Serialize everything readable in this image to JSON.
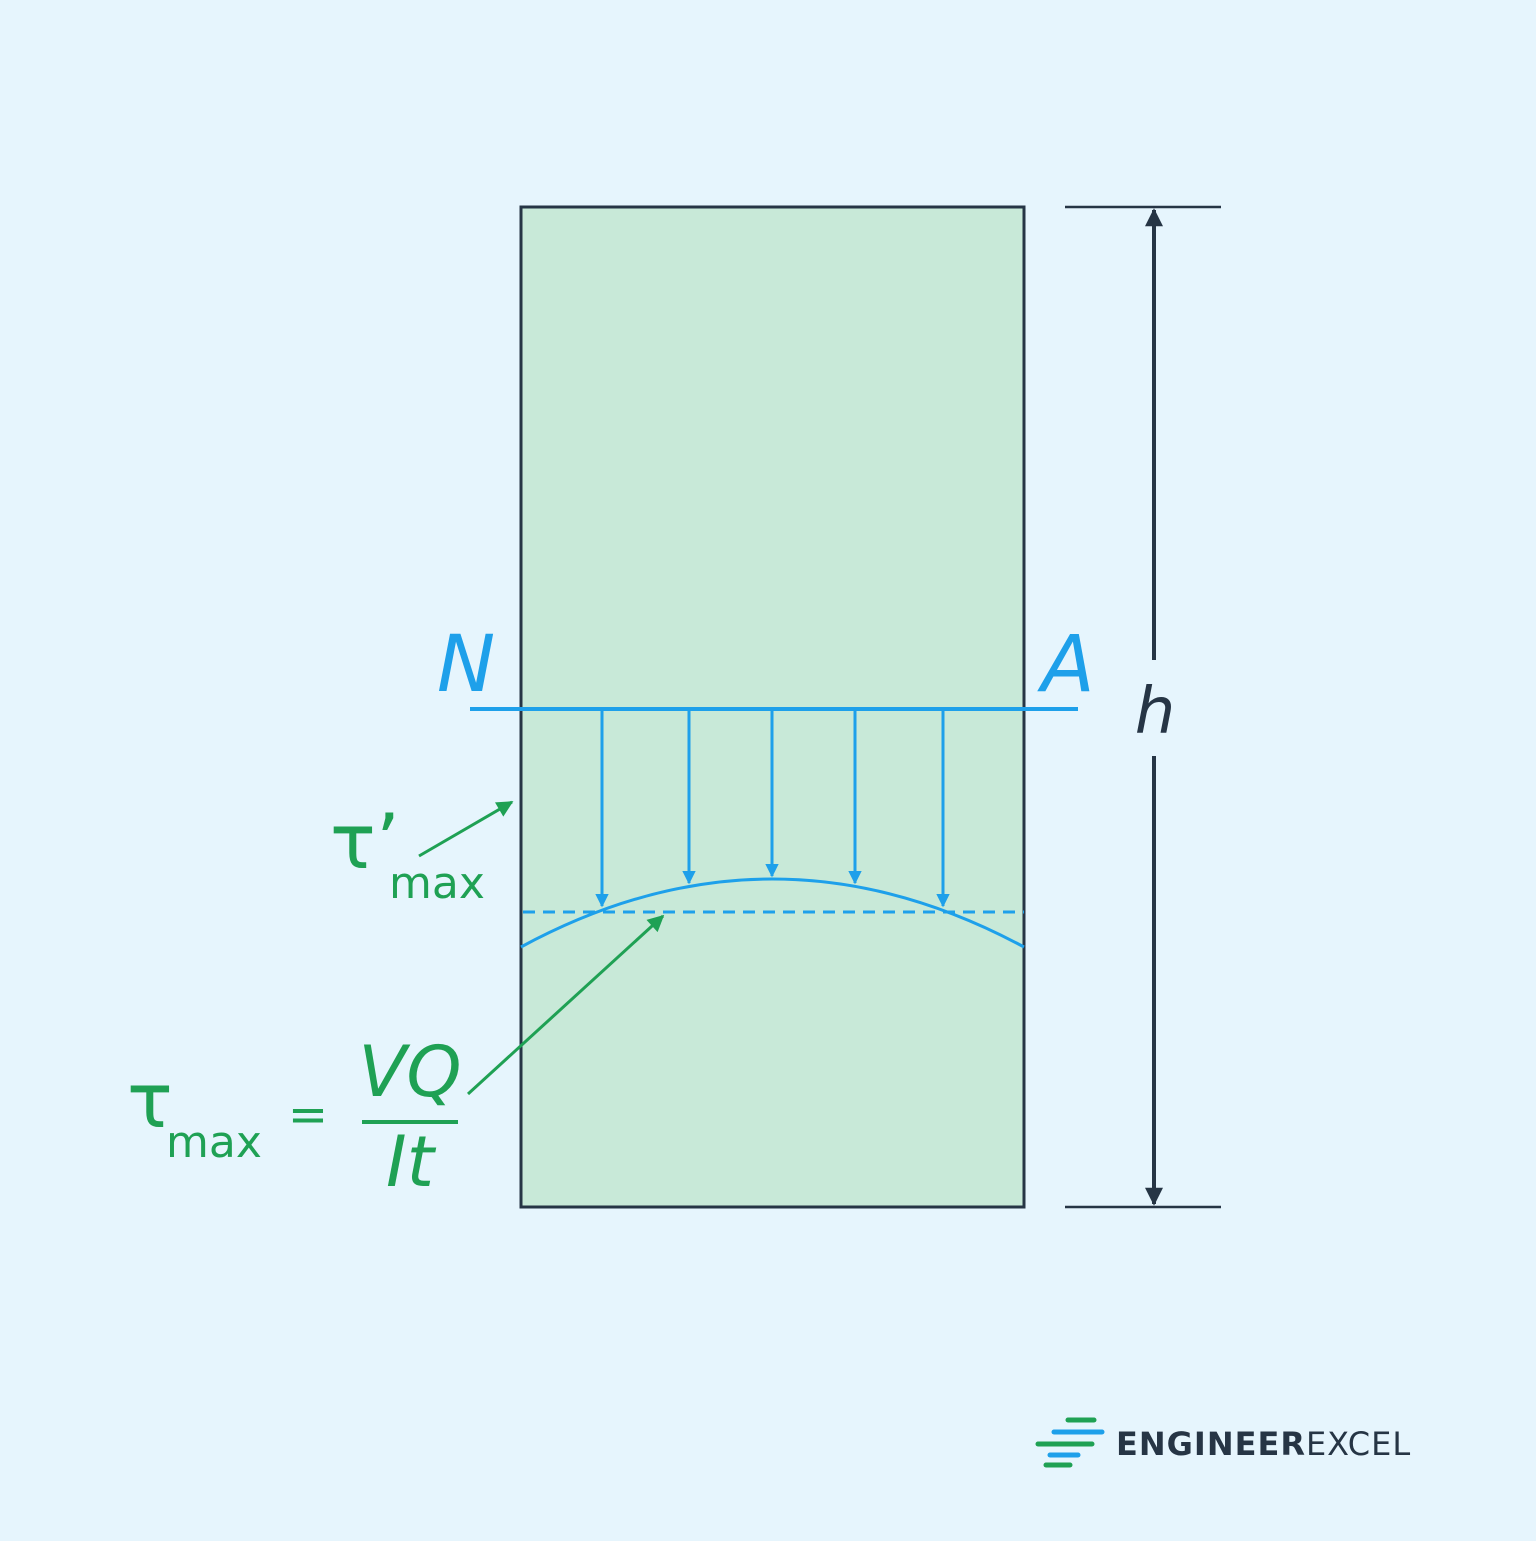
{
  "colors": {
    "background": "#e6f5fd",
    "section_fill": "#c8e9d8",
    "outline": "#263545",
    "neutral_axis": "#1ea0ea",
    "annotation": "#1fa154"
  },
  "labels": {
    "neutral_axis_left": "N",
    "neutral_axis_right": "A",
    "height": "h",
    "tau_prime_symbol": "τ’",
    "tau_prime_subscript": "max",
    "tau_symbol": "τ",
    "tau_subscript": "max",
    "equals": "=",
    "numerator": "VQ",
    "denominator": "It"
  },
  "brand": {
    "name_part1": "ENGINEER",
    "name_part2": "EXCEL",
    "icon": "speed-lines-icon"
  }
}
